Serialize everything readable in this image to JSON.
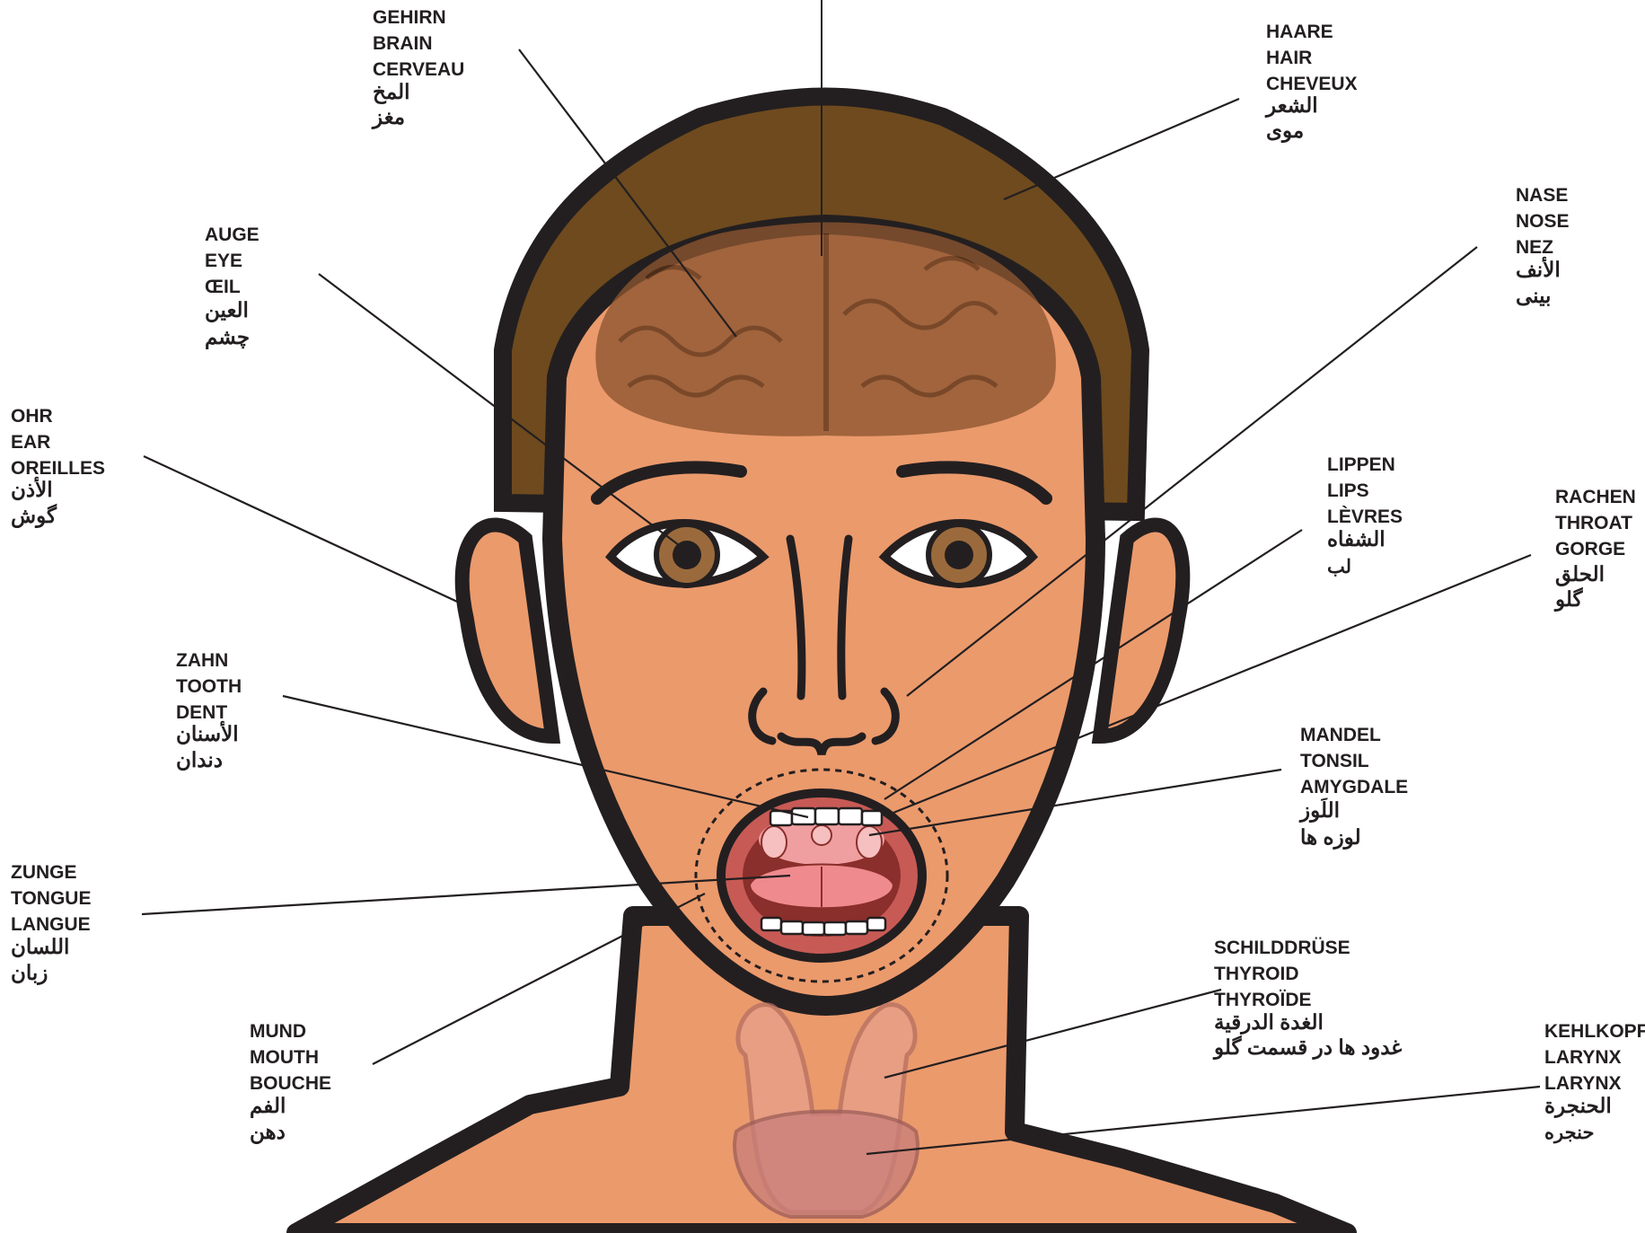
{
  "colors": {
    "skin": "#eb9a6c",
    "outline": "#231f20",
    "hair": "#6e4a1e",
    "brain": "#8d5530",
    "iris": "#9b6a3c",
    "mouth": "#c85a55",
    "tongue": "#ef8a8e",
    "thyroid": "#e6a08e",
    "larynx": "#c97e7a"
  },
  "labels": [
    {
      "id": "brain",
      "lines": [
        "GEHIRN",
        "BRAIN",
        "CERVEAU",
        "المخ",
        "مغز"
      ]
    },
    {
      "id": "hair",
      "lines": [
        "HAARE",
        "HAIR",
        "CHEVEUX",
        "الشعر",
        "موی"
      ]
    },
    {
      "id": "eye",
      "lines": [
        "AUGE",
        "EYE",
        "ŒIL",
        "العين",
        "چشم"
      ]
    },
    {
      "id": "nose",
      "lines": [
        "NASE",
        "NOSE",
        "NEZ",
        "الأنف",
        "بینی"
      ]
    },
    {
      "id": "ear",
      "lines": [
        "OHR",
        "EAR",
        "OREILLES",
        "الأذن",
        "گوش"
      ]
    },
    {
      "id": "lips",
      "lines": [
        "LIPPEN",
        "LIPS",
        "LÈVRES",
        "الشفاه",
        "لب"
      ]
    },
    {
      "id": "throat",
      "lines": [
        "RACHEN",
        "THROAT",
        "GORGE",
        "الحلق",
        "گلو"
      ]
    },
    {
      "id": "tooth",
      "lines": [
        "ZAHN",
        "TOOTH",
        "DENT",
        "الأسنان",
        "دندان"
      ]
    },
    {
      "id": "tonsil",
      "lines": [
        "MANDEL",
        "TONSIL",
        "AMYGDALE",
        "اللَوز",
        "لوزه ها"
      ]
    },
    {
      "id": "tongue",
      "lines": [
        "ZUNGE",
        "TONGUE",
        "LANGUE",
        "اللسان",
        "زبان"
      ]
    },
    {
      "id": "thyroid",
      "lines": [
        "SCHILDDRÜSE",
        "THYROID",
        "THYROÏDE",
        "الغدة الدرقية",
        "غدود ها در قسمت گلو"
      ]
    },
    {
      "id": "mouth",
      "lines": [
        "MUND",
        "MOUTH",
        "BOUCHE",
        "الفم",
        "دهن"
      ]
    },
    {
      "id": "larynx",
      "lines": [
        "KEHLKOPF",
        "LARYNX",
        "LARYNX",
        "الحنجرة",
        "حنجره"
      ]
    }
  ]
}
